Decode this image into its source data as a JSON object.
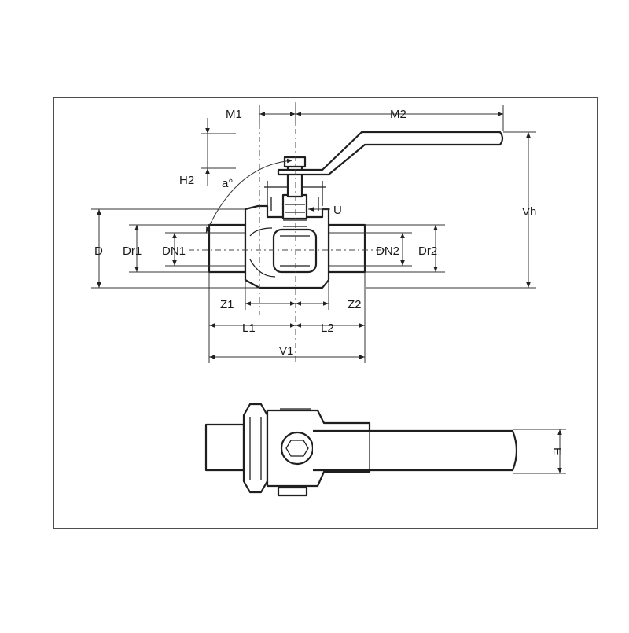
{
  "labels": {
    "m1": "M1",
    "m2": "M2",
    "h2": "H2",
    "a": "a°",
    "u": "U",
    "vh": "Vh",
    "d": "D",
    "dr1": "Dr1",
    "dn1": "DN1",
    "dn2": "DN2",
    "dr2": "Dr2",
    "z1": "Z1",
    "z2": "Z2",
    "l1": "L1",
    "l2": "L2",
    "v1": "V1",
    "e": "E"
  }
}
